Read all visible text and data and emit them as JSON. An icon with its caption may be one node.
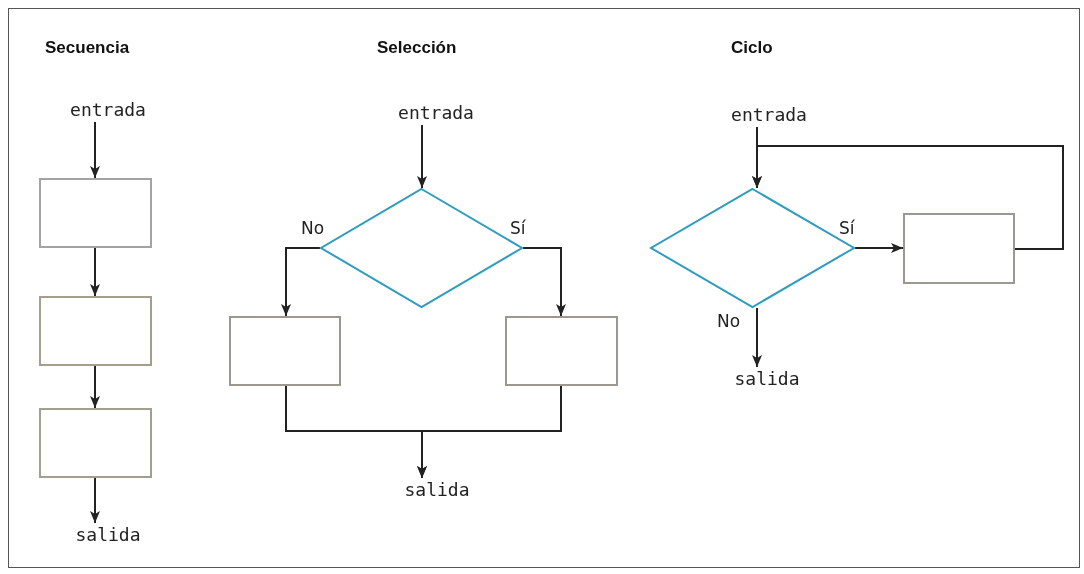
{
  "diagram": {
    "nodes": [
      {
        "text": [
          "entrada"
        ]
      },
      {
        "text": [],
        "shape": "box"
      },
      {
        "text": [],
        "shape": "box"
      },
      {
        "text": [],
        "shape": "box"
      },
      {
        "text": [
          "salida"
        ]
      },
      {
        "text": [
          "entrada"
        ]
      },
      {
        "text": [],
        "shape": "diamond"
      },
      {
        "text": [],
        "shape": "box"
      },
      {
        "text": [],
        "shape": "box"
      },
      {
        "text": [
          "salida"
        ]
      },
      {
        "text": [
          "entrada"
        ]
      },
      {
        "text": [],
        "shape": "diamond"
      },
      {
        "text": [],
        "shape": "box"
      },
      {
        "text": [
          "salida"
        ]
      }
    ],
    "edges": [
      {
        "from": 0,
        "to": 1,
        "arrow": "to"
      },
      {
        "from": 1,
        "to": 2,
        "arrow": "to"
      },
      {
        "from": 2,
        "to": 3,
        "arrow": "to"
      },
      {
        "from": 3,
        "to": 4,
        "arrow": "to"
      },
      {
        "from": 5,
        "to": 6,
        "arrow": "to"
      },
      {
        "from": 6,
        "to": 7,
        "label": "No",
        "arrow": "to"
      },
      {
        "from": 6,
        "to": 8,
        "label": "Sí",
        "arrow": "to"
      },
      {
        "from": 7,
        "to": 9,
        "arrow": "to"
      },
      {
        "from": 8,
        "to": 9,
        "arrow": "to"
      },
      {
        "from": 10,
        "to": 11,
        "arrow": "to"
      },
      {
        "from": 11,
        "to": 12,
        "label": "Sí",
        "arrow": "to"
      },
      {
        "from": 12,
        "to": 11,
        "arrow": "to"
      },
      {
        "from": 11,
        "to": 13,
        "label": "No",
        "arrow": "to"
      }
    ],
    "labels": [
      "Secuencia",
      "Selección",
      "Ciclo"
    ]
  }
}
